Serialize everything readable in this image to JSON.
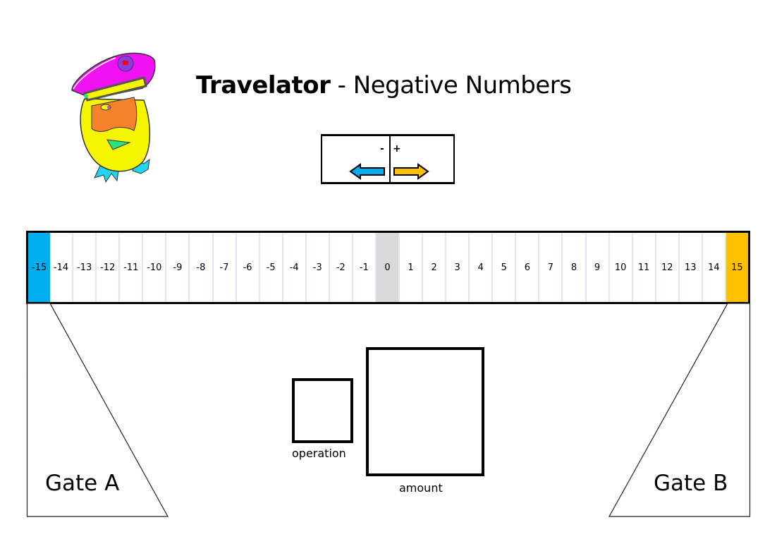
{
  "header": {
    "title_bold": "Travelator",
    "title_rest": " - Negative Numbers"
  },
  "mascot": {
    "icon": "duck-captain-mascot-icon"
  },
  "legend": {
    "minus_label": "-",
    "plus_label": "+",
    "left_arrow": {
      "icon": "left-arrow-icon",
      "color": "#00adef"
    },
    "right_arrow": {
      "icon": "right-arrow-icon",
      "color": "#ffc000"
    }
  },
  "track": {
    "cells": [
      "-15",
      "-14",
      "-13",
      "-12",
      "-11",
      "-10",
      "-9",
      "-8",
      "-7",
      "-6",
      "-5",
      "-4",
      "-3",
      "-2",
      "-1",
      "0",
      "1",
      "2",
      "3",
      "4",
      "5",
      "6",
      "7",
      "8",
      "9",
      "10",
      "11",
      "12",
      "13",
      "14",
      "15"
    ],
    "colors": {
      "negative_end": "#00adef",
      "zero": "#d9d9d9",
      "positive_end": "#ffc000",
      "separator": "#dde8f4"
    }
  },
  "gates": {
    "a": "Gate A",
    "b": "Gate B"
  },
  "inputs": {
    "operation_label": "operation",
    "operation_value": "",
    "amount_label": "amount",
    "amount_value": ""
  }
}
